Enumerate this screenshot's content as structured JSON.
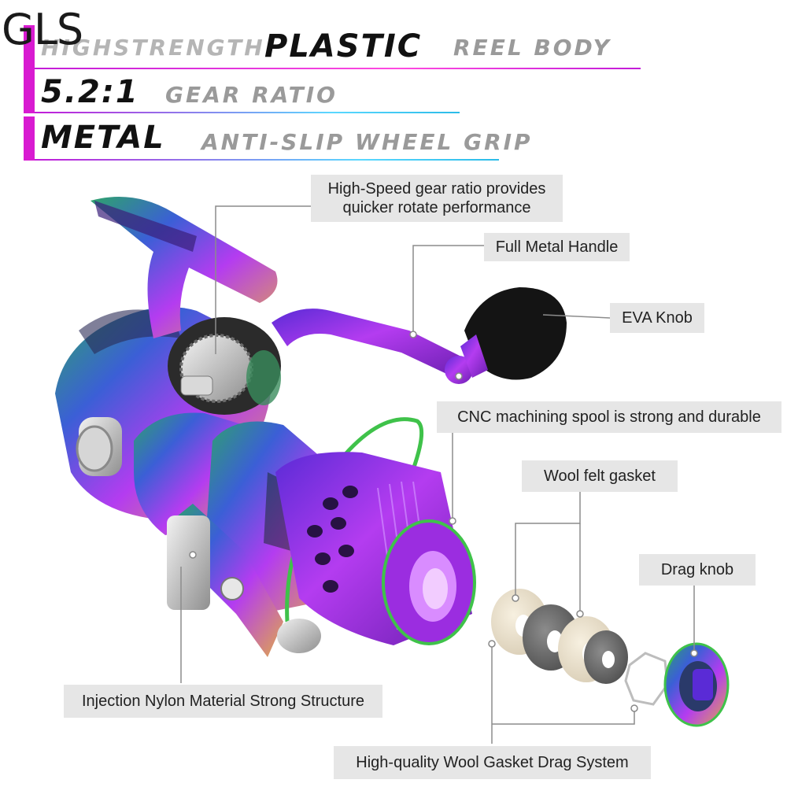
{
  "brand": "GLS",
  "features": [
    {
      "soft_before": "HIGHSTRENGTH",
      "strong": "PLASTIC",
      "soft_after": "REEL BODY"
    },
    {
      "strong": "5.2:1",
      "soft_after": "GEAR RATIO"
    },
    {
      "strong": "METAL",
      "soft_after": "ANTI-SLIP WHEEL GRIP"
    }
  ],
  "callouts": {
    "gear_ratio": {
      "line1": "High-Speed gear ratio provides",
      "line2": "quicker rotate performance"
    },
    "handle": "Full Metal Handle",
    "knob": "EVA Knob",
    "spool": "CNC machining spool is strong and durable",
    "felt": "Wool felt gasket",
    "drag_knob": "Drag knob",
    "nylon": "Injection Nylon Material Strong Structure",
    "drag_system": "High-quality Wool Gasket Drag System"
  },
  "colors": {
    "accent_bar": "#d81bd1",
    "label_bg": "#e6e6e6",
    "reel_purple": "#9b2de0",
    "reel_green": "#3fc24a"
  }
}
